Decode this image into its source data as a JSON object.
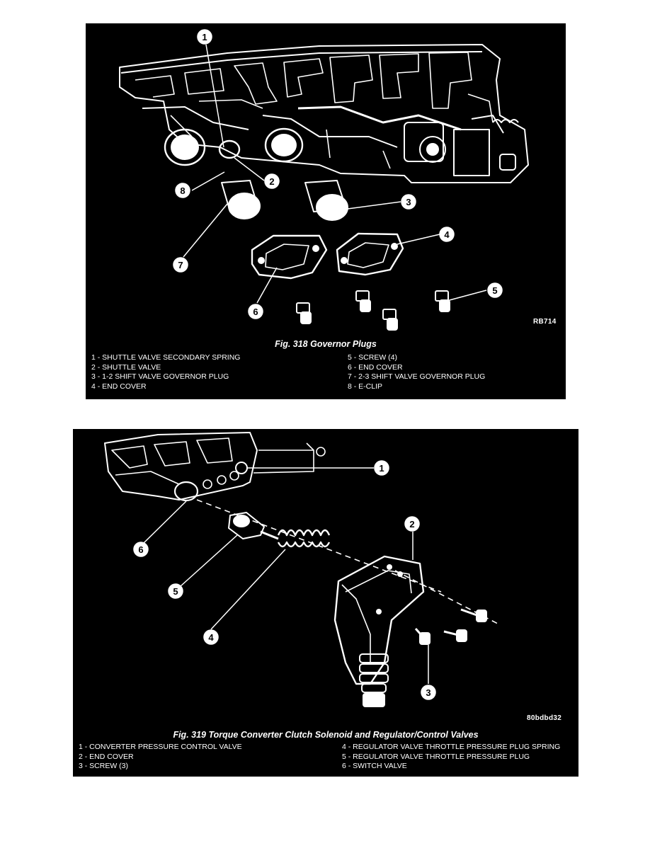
{
  "figures": [
    {
      "code": "RB714",
      "caption": "Fig. 318 Governor Plugs",
      "callouts": [
        "1",
        "2",
        "3",
        "4",
        "5",
        "6",
        "7",
        "8"
      ],
      "legend_left": [
        "1 - SHUTTLE VALVE SECONDARY SPRING",
        "2 - SHUTTLE VALVE",
        "3 - 1-2 SHIFT VALVE GOVERNOR PLUG",
        "4 - END COVER"
      ],
      "legend_right": [
        "5 - SCREW (4)",
        "6 - END COVER",
        "7 - 2-3 SHIFT VALVE GOVERNOR PLUG",
        "8 - E-CLIP"
      ]
    },
    {
      "code": "80bdbd32",
      "caption": "Fig. 319 Torque Converter Clutch Solenoid and Regulator/Control Valves",
      "callouts": [
        "1",
        "2",
        "3",
        "4",
        "5",
        "6"
      ],
      "legend_left": [
        "1 - CONVERTER PRESSURE CONTROL VALVE",
        "2 - END COVER",
        "3 - SCREW (3)"
      ],
      "legend_right": [
        "4 - REGULATOR VALVE THROTTLE PRESSURE PLUG SPRING",
        "5 - REGULATOR VALVE THROTTLE PRESSURE PLUG",
        "6 - SWITCH VALVE"
      ]
    }
  ]
}
